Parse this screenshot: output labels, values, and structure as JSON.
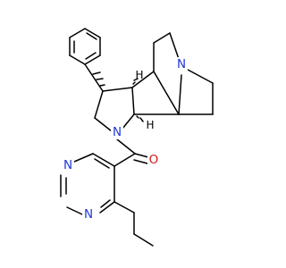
{
  "molecule": {
    "atoms": {
      "quinuclidine_nitrogen": "N",
      "pyrrolidine_nitrogen": "N",
      "carbonyl_oxygen": "O",
      "pyrimidine_nitrogen_top": "N",
      "pyrimidine_nitrogen_bottom": "N",
      "stereo_h_upper": "H",
      "stereo_h_lower": "H"
    }
  }
}
